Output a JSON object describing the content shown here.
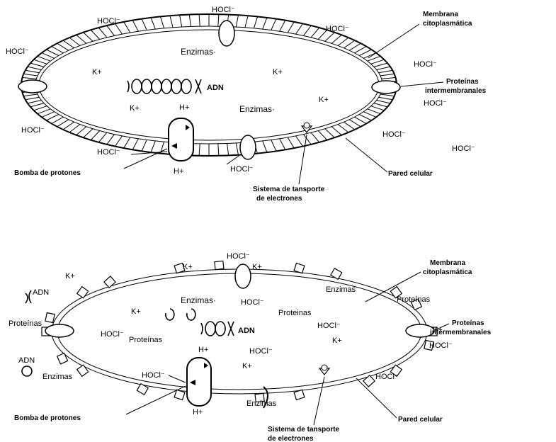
{
  "hypochlorous": "HOCl⁻",
  "potassium": "K+",
  "proton": "H+",
  "enzymes": "Enzimas",
  "enzymes_dot": "Enzimas·",
  "dna": "ADN",
  "proteins": "Proteínas",
  "proteins_alt": "Proteinas",
  "membrane_l1": "Membrana",
  "membrane_l2": "citoplasmática",
  "intermembrane_l1": "Proteínas",
  "intermembrane_l2": "intermembranales",
  "proton_pump": "Bomba de protones",
  "cell_wall": "Pared celular",
  "ets_l1": "Sistema de tansporte",
  "ets_l2": "de electrones"
}
